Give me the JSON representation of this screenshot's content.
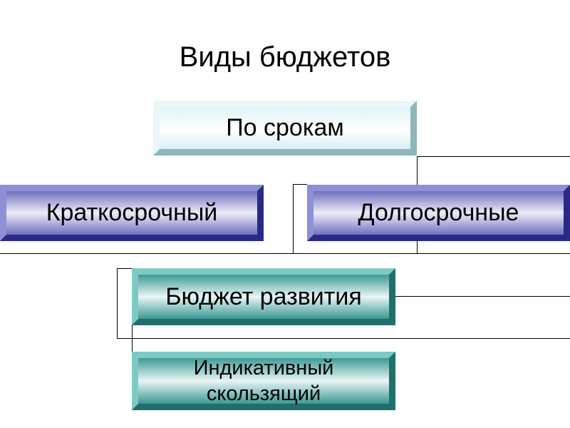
{
  "diagram": {
    "title": "Виды бюджетов",
    "boxes": {
      "period": "По срокам",
      "short_term": "Краткосрочный",
      "long_term": "Долгосрочные",
      "development": "Бюджет развития",
      "indicative": "Индикативный\nскользящий"
    },
    "colors": {
      "period_fill": "#ffffff",
      "blue_box": "#3c3c9c",
      "teal_box": "#2a8a85",
      "connector": "#000000"
    }
  }
}
